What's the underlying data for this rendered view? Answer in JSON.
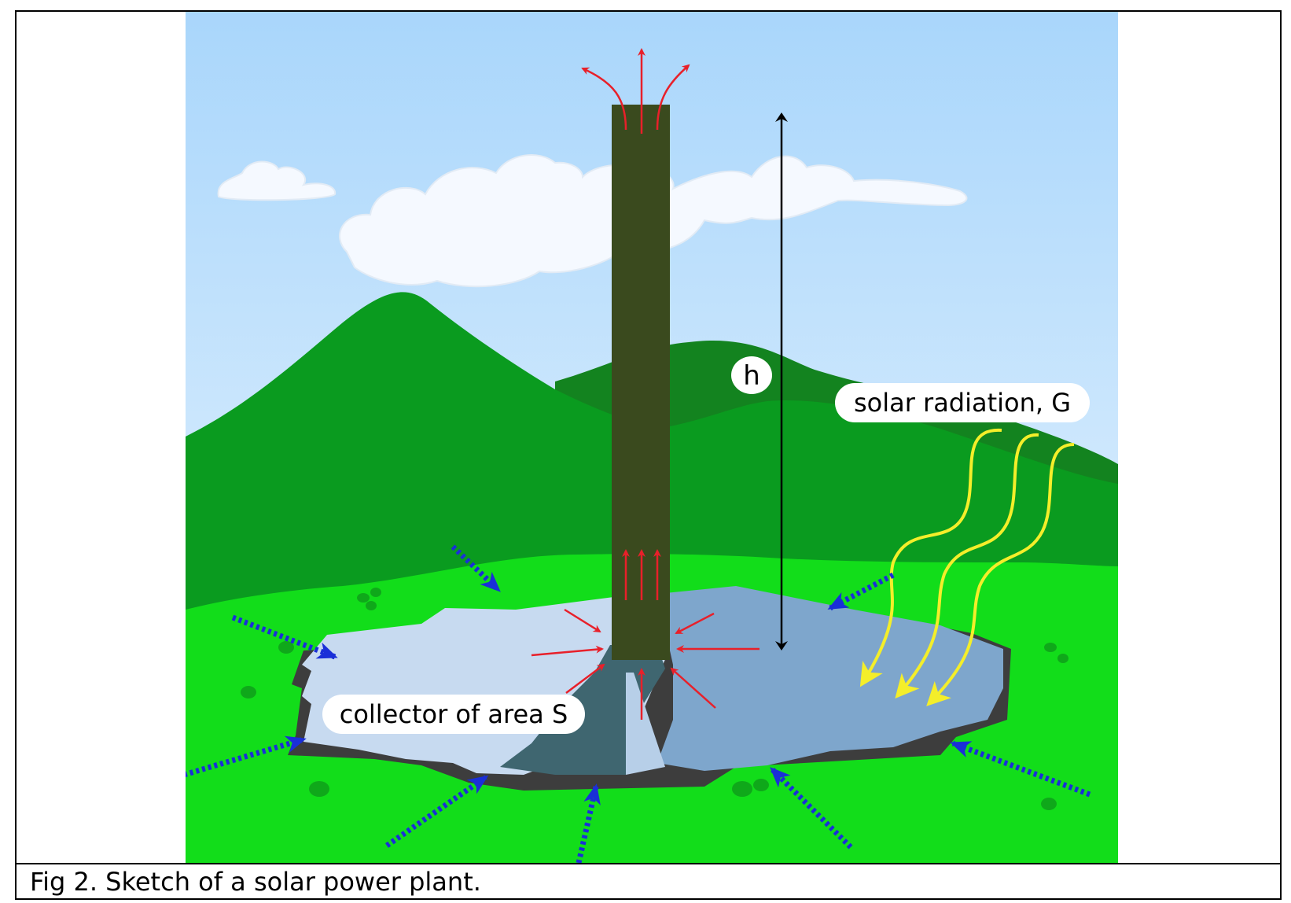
{
  "figure": {
    "caption": "Fig 2. Sketch of a solar power plant."
  },
  "labels": {
    "height": "h",
    "radiation": "solar radiation, G",
    "collector": "collector of area S"
  },
  "colors": {
    "sky_top": "#a9d6fb",
    "sky_bottom": "#eaf5ff",
    "hill_dark": "#13831f",
    "hill_mid": "#0a9b1f",
    "grass": "#12dd1a",
    "tower": "#3a4a1e",
    "collector_light": "#c7daf0",
    "collector_mid": "#7ea6cc",
    "collector_shadow": "#3f6670",
    "collector_edge": "#3d3d3d",
    "hot_air_arrow": "#e8202a",
    "inflow_arrow": "#1a2fd8",
    "radiation_arrow": "#f4ee2a"
  }
}
